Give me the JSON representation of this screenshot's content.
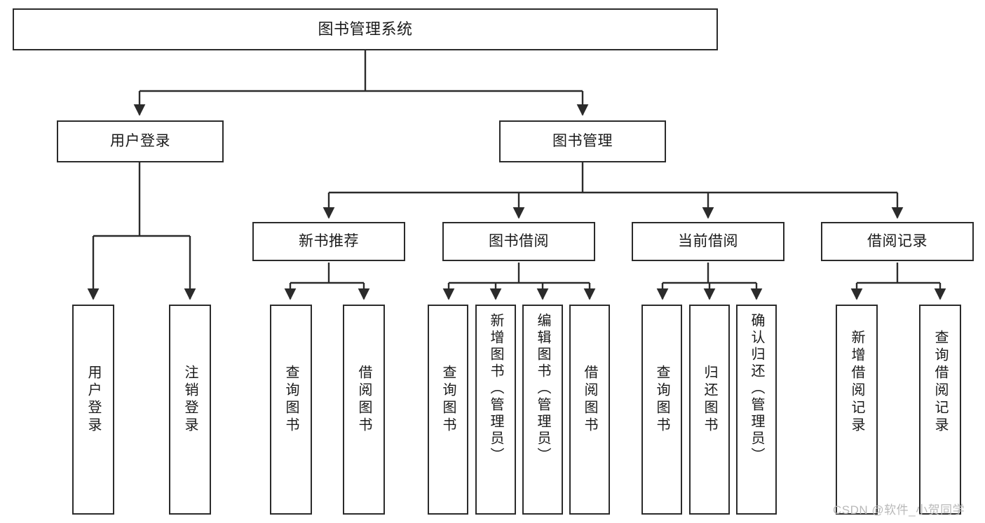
{
  "chart_data": {
    "type": "diagram",
    "diagram_kind": "tree-hierarchy",
    "title": "图书管理系统",
    "orientation": "top-down",
    "levels": 4,
    "edge_style": "orthogonal-with-arrowheads",
    "node_count": 20
  },
  "diagram": {
    "title": "图书管理系统",
    "root": {
      "id": "root",
      "label": "图书管理系统"
    },
    "level2": [
      {
        "id": "user-login",
        "label": "用户登录"
      },
      {
        "id": "book-mgmt",
        "label": "图书管理"
      }
    ],
    "level3": [
      {
        "id": "new-book-rec",
        "label": "新书推荐"
      },
      {
        "id": "book-borrow",
        "label": "图书借阅"
      },
      {
        "id": "current-borrow",
        "label": "当前借阅"
      },
      {
        "id": "borrow-record",
        "label": "借阅记录"
      }
    ],
    "leaves": {
      "user_login": [
        {
          "id": "leaf-user-login",
          "label": "用户登录"
        },
        {
          "id": "leaf-logout",
          "label": "注销登录"
        }
      ],
      "new_book_rec": [
        {
          "id": "leaf-query-book-1",
          "label": "查询图书"
        },
        {
          "id": "leaf-borrow-book-1",
          "label": "借阅图书"
        }
      ],
      "book_borrow": [
        {
          "id": "leaf-query-book-2",
          "label": "查询图书"
        },
        {
          "id": "leaf-add-book",
          "label": "新增图书（管理员）"
        },
        {
          "id": "leaf-edit-book",
          "label": "编辑图书（管理员）"
        },
        {
          "id": "leaf-borrow-book-2",
          "label": "借阅图书"
        }
      ],
      "current_borrow": [
        {
          "id": "leaf-query-book-3",
          "label": "查询图书"
        },
        {
          "id": "leaf-return-book",
          "label": "归还图书"
        },
        {
          "id": "leaf-confirm-return",
          "label": "确认归还（管理员）"
        }
      ],
      "borrow_record": [
        {
          "id": "leaf-add-record",
          "label": "新增借阅记录"
        },
        {
          "id": "leaf-query-record",
          "label": "查询借阅记录"
        }
      ]
    }
  },
  "watermark": {
    "text": "CSDN @软件_小贺同学"
  },
  "colors": {
    "border": "#2b2b2b",
    "text": "#1a1a1a",
    "background": "#ffffff",
    "edge": "#2b2b2b",
    "watermark": "#b9b9b9"
  }
}
